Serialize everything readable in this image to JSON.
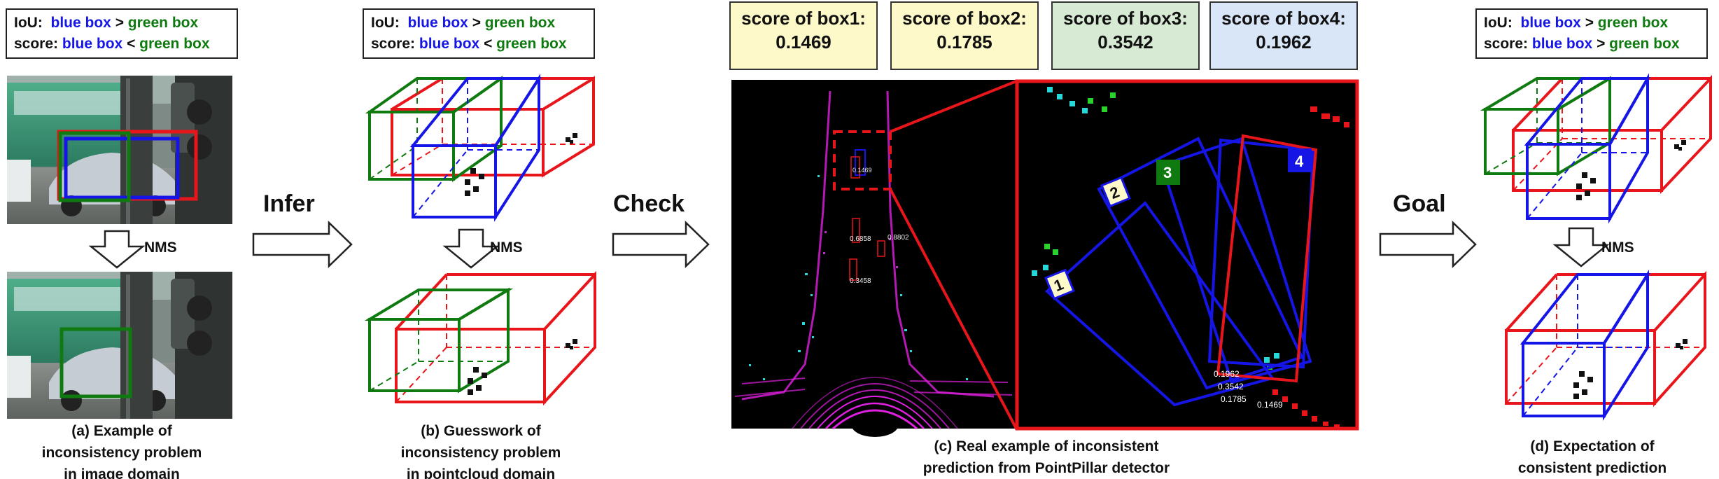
{
  "legends": {
    "a": {
      "iou_prefix": "IoU:",
      "score_prefix": "score:",
      "blue": "blue box",
      "green": "green box",
      "iou_op": ">",
      "score_op": "<"
    },
    "b": {
      "iou_prefix": "IoU:",
      "score_prefix": "score:",
      "blue": "blue box",
      "green": "green box",
      "iou_op": ">",
      "score_op": "<"
    },
    "d": {
      "iou_prefix": "IoU:",
      "score_prefix": "score:",
      "blue": "blue box",
      "green": "green box",
      "iou_op": ">",
      "score_op": ">"
    }
  },
  "nms_label": "NMS",
  "arrows": {
    "infer": "Infer",
    "check": "Check",
    "goal": "Goal"
  },
  "scores": [
    {
      "title": "score of box1:",
      "value": "0.1469",
      "color": "#fdf9c8"
    },
    {
      "title": "score of box2:",
      "value": "0.1785",
      "color": "#fdf9c8"
    },
    {
      "title": "score of box3:",
      "value": "0.3542",
      "color": "#d7ead4"
    },
    {
      "title": "score of box4:",
      "value": "0.1962",
      "color": "#d9e6f8"
    }
  ],
  "box_numbers": [
    "1",
    "2",
    "3",
    "4"
  ],
  "zoom_score_labels": [
    "0.1962",
    "0.3542",
    "0.1785",
    "0.1469"
  ],
  "overview_labels": [
    "0.6858",
    "0.8802",
    "0.3458",
    "0.1469"
  ],
  "captions": {
    "a": [
      "(a) Example of",
      "inconsistency problem",
      "in image domain"
    ],
    "b": [
      "(b) Guesswork of",
      "inconsistency problem",
      "in pointcloud domain"
    ],
    "c": [
      "(c) Real example of inconsistent",
      "prediction from PointPillar detector"
    ],
    "d": [
      "(d) Expectation of",
      "consistent prediction"
    ]
  },
  "colors": {
    "blue": "#1515e6",
    "green": "#0f7a0f",
    "red": "#e8161b",
    "magenta": "#e020e0",
    "cyan": "#28d7d7"
  }
}
